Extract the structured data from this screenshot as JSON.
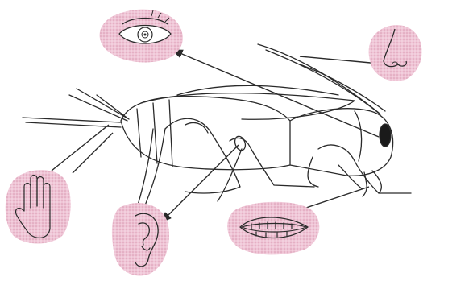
{
  "figure": {
    "subject": "cricket-with-sense-organs",
    "colors": {
      "line": "#2a2a2a",
      "pink": "#e9b3c8",
      "pink_dots": "#c77d9a",
      "paper": "#ffffff"
    },
    "senses": [
      {
        "id": "sight",
        "organ": "eye",
        "icon": "eye-icon",
        "body_part": "compound-eye"
      },
      {
        "id": "smell",
        "organ": "nose",
        "icon": "nose-icon",
        "body_part": "antenna"
      },
      {
        "id": "touch",
        "organ": "hand",
        "icon": "hand-icon",
        "body_part": "cerci"
      },
      {
        "id": "hearing",
        "organ": "ear",
        "icon": "ear-icon",
        "body_part": "foreleg-tympanum"
      },
      {
        "id": "taste",
        "organ": "mouth",
        "icon": "mouth-icon",
        "body_part": "mouthparts"
      }
    ]
  }
}
